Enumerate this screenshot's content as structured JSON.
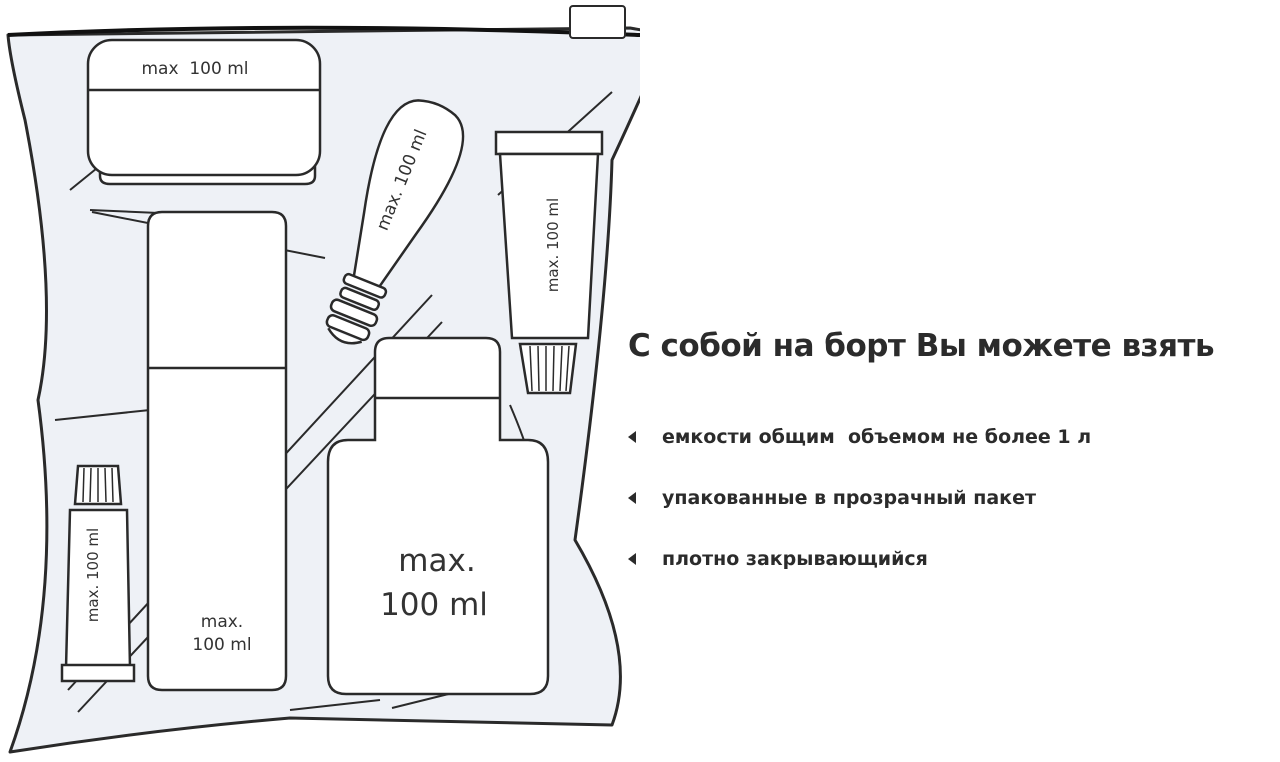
{
  "diagram": {
    "jar_label": "max  100 ml",
    "dropper_label": "max. 100 ml",
    "tube_label": "max. 100 ml",
    "small_tube_label": "max. 100 ml",
    "tall_bottle_label": [
      "max.",
      "100 ml"
    ],
    "big_bottle_label": [
      "max.",
      "100 ml"
    ]
  },
  "info": {
    "title": "С собой на борт Вы можете взять",
    "bullets": [
      "емкости общим  объемом не более 1 л",
      "упакованные в прозрачный пакет",
      "плотно закрывающийся"
    ]
  },
  "colors": {
    "text": "#2b2b2b",
    "bag_fill": "#eef1f6",
    "outline": "#2a2a2a"
  }
}
